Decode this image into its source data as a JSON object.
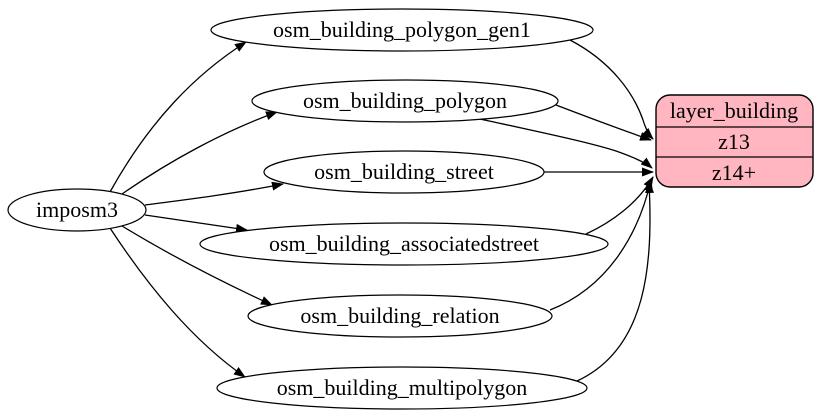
{
  "diagram": {
    "background_color": "#ffffff",
    "edge_color": "#000000",
    "source_node": {
      "label": "imposm3"
    },
    "table_nodes": [
      {
        "label": "osm_building_polygon_gen1"
      },
      {
        "label": "osm_building_polygon"
      },
      {
        "label": "osm_building_street"
      },
      {
        "label": "osm_building_associatedstreet"
      },
      {
        "label": "osm_building_relation"
      },
      {
        "label": "osm_building_multipolygon"
      }
    ],
    "layer_node": {
      "title": "layer_building",
      "rows": [
        "z13",
        "z14+"
      ],
      "fill_color": "#ffb6c1",
      "stroke_color": "#000000"
    },
    "edges": [
      {
        "from": "imposm3",
        "to": "osm_building_polygon_gen1"
      },
      {
        "from": "imposm3",
        "to": "osm_building_polygon"
      },
      {
        "from": "imposm3",
        "to": "osm_building_street"
      },
      {
        "from": "imposm3",
        "to": "osm_building_associatedstreet"
      },
      {
        "from": "imposm3",
        "to": "osm_building_relation"
      },
      {
        "from": "imposm3",
        "to": "osm_building_multipolygon"
      },
      {
        "from": "osm_building_polygon_gen1",
        "to": "layer_building:z13"
      },
      {
        "from": "osm_building_polygon",
        "to": "layer_building:z13"
      },
      {
        "from": "osm_building_polygon",
        "to": "layer_building:z14+"
      },
      {
        "from": "osm_building_street",
        "to": "layer_building:z14+"
      },
      {
        "from": "osm_building_associatedstreet",
        "to": "layer_building:z14+"
      },
      {
        "from": "osm_building_relation",
        "to": "layer_building:z14+"
      },
      {
        "from": "osm_building_multipolygon",
        "to": "layer_building:z14+"
      }
    ]
  }
}
